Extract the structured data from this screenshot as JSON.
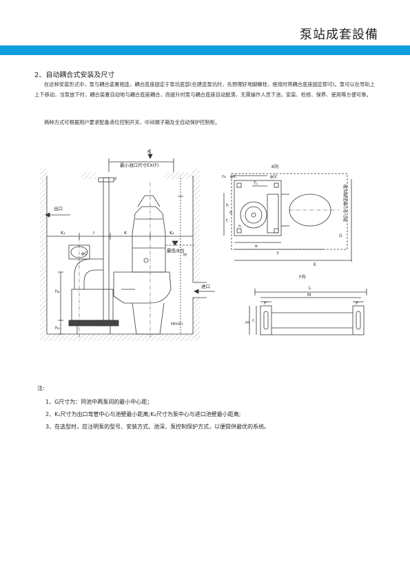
{
  "header": {
    "title": "泵站成套設備"
  },
  "section": {
    "heading": "2、自动耦合式安装及尺寸",
    "paragraph1": "在这种安装形式中，泵与耦合装置相连，耦合底座固定于泵坑底部(在建造泵坑时，先预埋好地脚螺栓，使用时将耦合底座固定即可)。泵可以在导轨上上下移动，当泵放下时，耦合装置自动地与耦合底座耦合，而提升时泵与耦合底座自动脱落，无需操作人员下池，安装、检修、保养、使用等方便可靠。",
    "paragraph2": "两种方式可根据用户要求配备液位控制开关、中间端子箱及全自动保护控制柜。"
  },
  "diagram": {
    "labels": {
      "k_top": "K",
      "min_pool": "最小池口尺寸EX(F)",
      "k_view": "K向",
      "f_view": "F向",
      "outlet": "出口",
      "inlet": "进口",
      "min_level": "最低水位",
      "g_vertical": "两台泵间最小中心距",
      "K1": "K₁",
      "K": "K",
      "K2": "K₂",
      "I": "I",
      "phiC": "φC",
      "H": "H",
      "h2": "h₂",
      "h1": "h₁",
      "Hmin": "Hmin",
      "F": "F",
      "n1": "n₁",
      "phiK": "φK",
      "phi2": "φ/2",
      "T1": "T₁",
      "h": "h",
      "d": "d",
      "t": "t",
      "n": "n",
      "G": "G",
      "e": "e",
      "f": "f",
      "E": "E",
      "L": "L",
      "M": "M",
      "P": "P",
      "c": "c",
      "m": "m"
    }
  },
  "notes": {
    "label": "注:",
    "items": [
      "1、G尺寸为：同池中两泵间的最小中心距；",
      "2、K₁尺寸为出口弯管中心与池壁最小距离;K₂尺寸为泵中心与进口池壁最小距离;",
      "3、在选型时，应注明泵的型号、安装方式、池深、泵控制保护方式，以便提供最优的系统。"
    ]
  }
}
